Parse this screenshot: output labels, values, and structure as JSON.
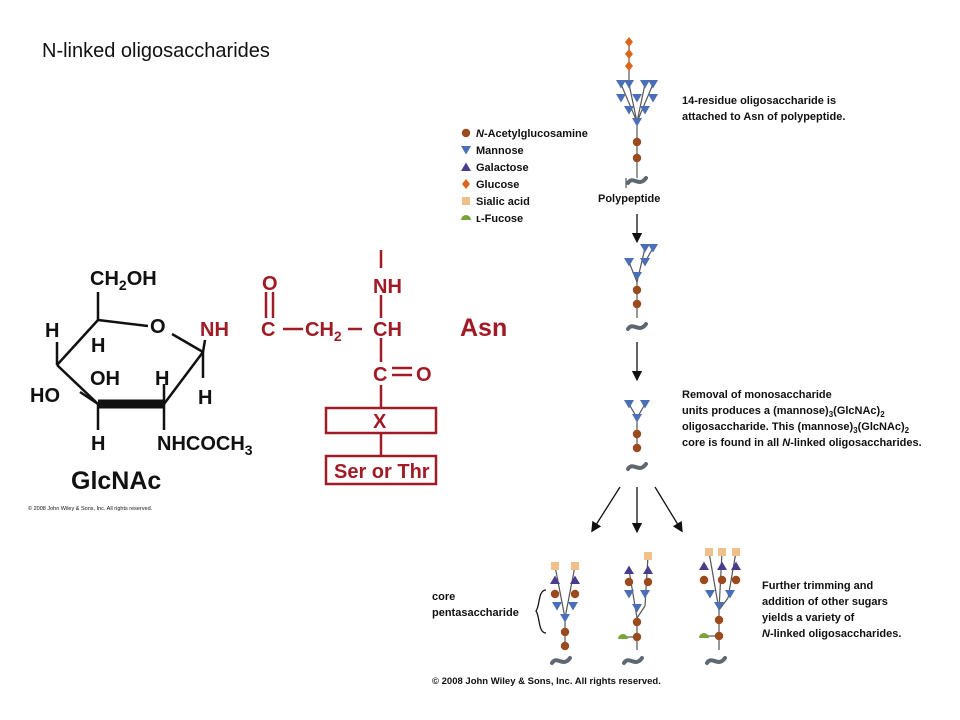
{
  "slide_title": "N-linked oligosaccharides",
  "colors": {
    "glcnac": "#9a4a1c",
    "mannose": "#4a6fb5",
    "galactose": "#4a3b8f",
    "glucose": "#d9661a",
    "sialic": "#f1bf8a",
    "fucose": "#7aa33a",
    "red": "#a01b26",
    "black": "#111111"
  },
  "legend": [
    {
      "shape": "circle",
      "label_italic": "N",
      "label": "-Acetylglucosamine"
    },
    {
      "shape": "triangle-down",
      "label_italic": "",
      "label": "Mannose"
    },
    {
      "shape": "triangle-up",
      "label_italic": "",
      "label": "Galactose"
    },
    {
      "shape": "diamond",
      "label_italic": "",
      "label": "Glucose"
    },
    {
      "shape": "square",
      "label_italic": "",
      "label": "Sialic acid"
    },
    {
      "shape": "half-disc",
      "label_italic": "",
      "label": "ʟ-Fucose"
    }
  ],
  "structure": {
    "ch2oh": "CH",
    "ch2oh_sub": "2",
    "ch2oh_tail": "OH",
    "ring_o": "O",
    "h1": "H",
    "h2": "H",
    "h3": "H",
    "h4": "H",
    "h5": "H",
    "ho": "HO",
    "oh": "OH",
    "nhcoch3": "NHCOCH",
    "nhcoch3_sub": "3",
    "glcnac": "GlcNAc",
    "copyright": "© 2008 John Wiley & Sons, Inc. All rights reserved.",
    "nh_top": "NH",
    "o_top": "O",
    "nh_link": "NH",
    "c_link": "C",
    "ch2": "CH",
    "ch2_sub": "2",
    "ch": "CH",
    "c_bottom": "C",
    "o_right": "O",
    "x_box": "X",
    "ser_thr": "Ser or Thr",
    "asn": "Asn"
  },
  "pathway": {
    "step1_line1": "14-residue oligosaccharide is",
    "step1_line2": "attached to Asn of polypeptide.",
    "polypeptide": "Polypeptide",
    "step3_line1": "Removal of monosaccharide",
    "step3_line2a": "units produces a (mannose)",
    "step3_line2b": "3",
    "step3_line2c": "(GlcNAc)",
    "step3_line2d": "2",
    "step3_line3a": "oligosaccharide. This (mannose)",
    "step3_line3b": "3",
    "step3_line3c": "(GlcNAc)",
    "step3_line3d": "2",
    "step3_line4a": "core is found in all ",
    "step3_line4b": "N",
    "step3_line4c": "-linked oligosaccharides.",
    "core_line1": "core",
    "core_line2": "pentasaccharide",
    "final_line1": "Further trimming and",
    "final_line2": "addition of other sugars",
    "final_line3": "yields a variety of",
    "final_line4a": "N",
    "final_line4b": "-linked oligosaccharides.",
    "copyright": "© 2008 John Wiley & Sons, Inc. All rights reserved."
  }
}
